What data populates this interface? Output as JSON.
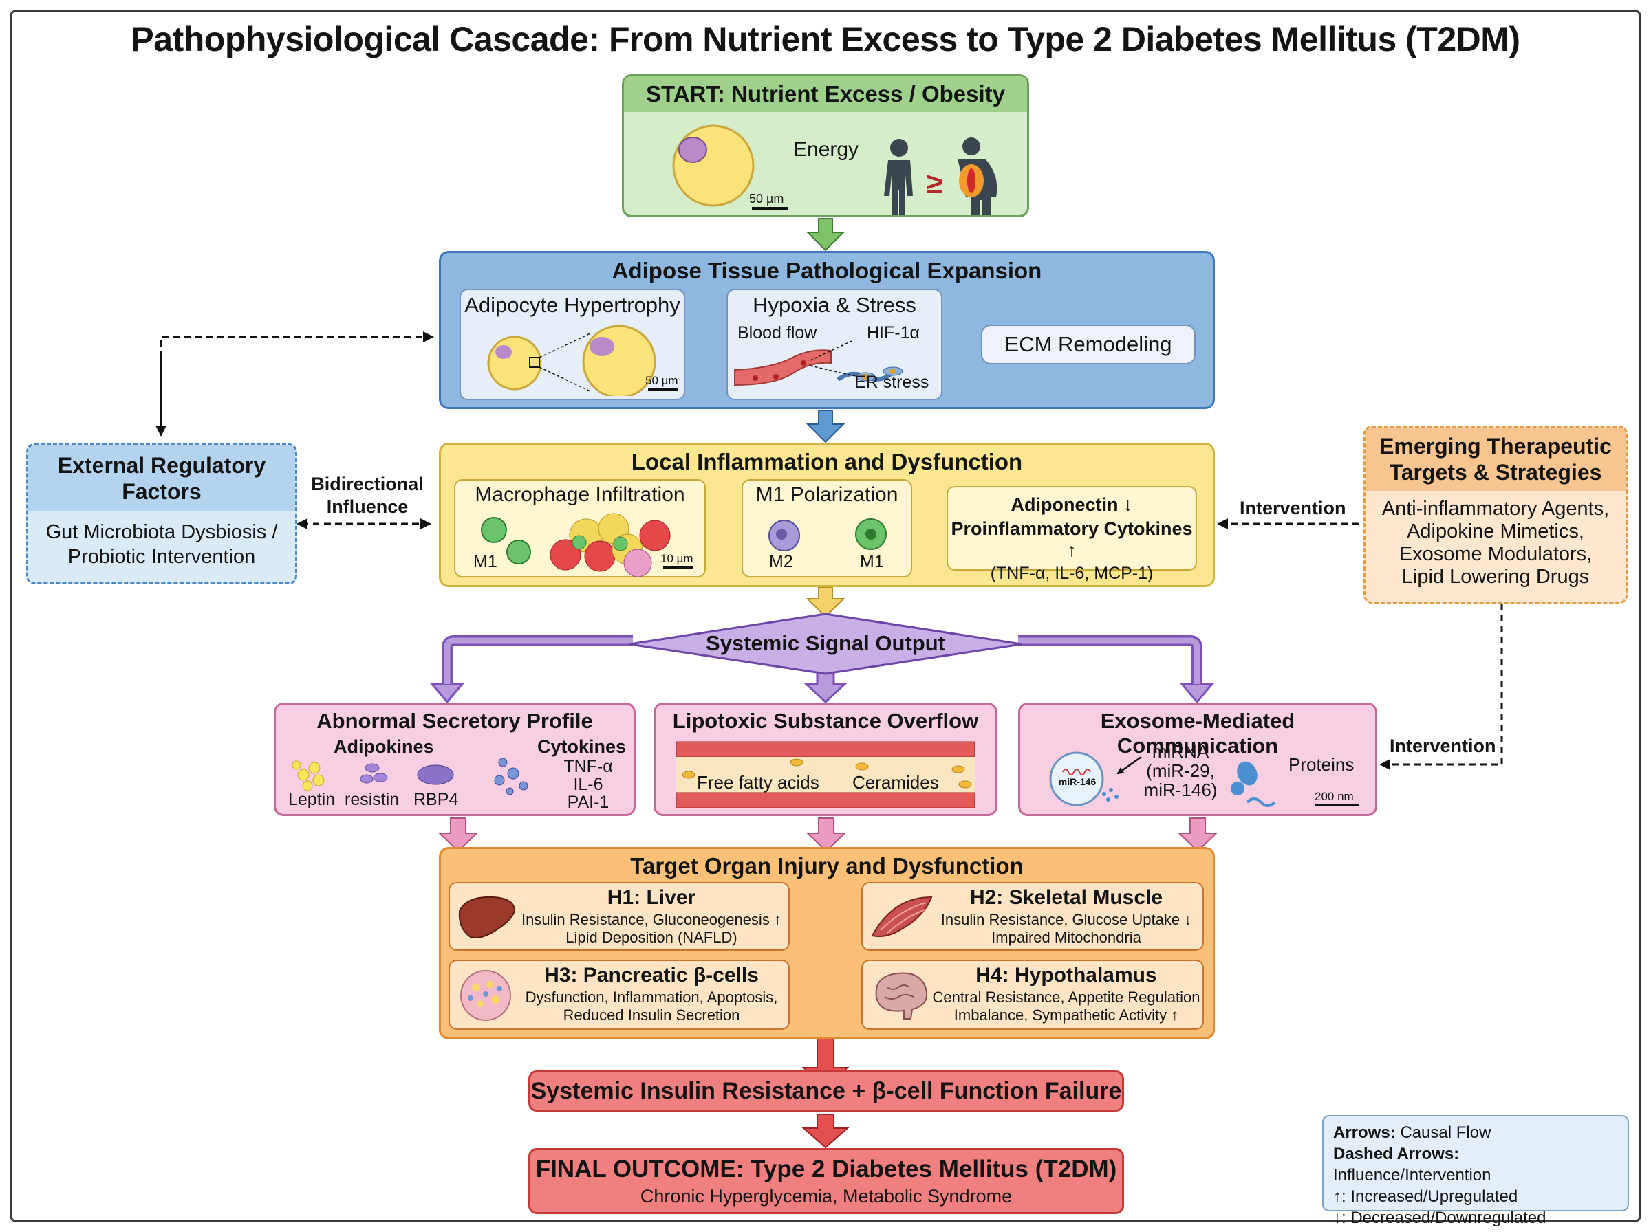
{
  "title": "Pathophysiological Cascade: From Nutrient Excess to Type 2 Diabetes Mellitus (T2DM)",
  "start": {
    "header": "START: Nutrient Excess / Obesity",
    "energy": "Energy",
    "scale": "50 µm"
  },
  "adipose": {
    "header": "Adipose Tissue Pathological Expansion",
    "hypertrophy": "Adipocyte Hypertrophy",
    "scale": "50 µm",
    "hypoxia": "Hypoxia & Stress",
    "blood_flow": "Blood flow",
    "hif": "HIF-1α",
    "er_stress": "ER stress",
    "ecm": "ECM Remodeling"
  },
  "external": {
    "header": "External Regulatory Factors",
    "body": "Gut Microbiota Dysbiosis / Probiotic Intervention",
    "bidirectional": "Bidirectional Influence"
  },
  "inflammation": {
    "header": "Local Inflammation and Dysfunction",
    "macrophage": "Macrophage Infiltration",
    "m1": "M1",
    "scale": "10 µm",
    "polarization": "M1 Polarization",
    "m2": "M2",
    "m1b": "M1",
    "adiponectin": "Adiponectin ↓",
    "cytokines": "Proinflammatory Cytokines ↑",
    "cytokine_list": "(TNF-α, IL-6, MCP-1)"
  },
  "therapeutic": {
    "header": "Emerging Therapeutic Targets & Strategies",
    "items": [
      "Anti-inflammatory Agents,",
      "Adipokine Mimetics,",
      "Exosome Modulators,",
      "Lipid Lowering Drugs"
    ],
    "intervention1": "Intervention",
    "intervention2": "Intervention"
  },
  "systemic": {
    "label": "Systemic Signal Output"
  },
  "secretory": {
    "header": "Abnormal Secretory Profile",
    "adipokines": "Adipokines",
    "cytokines": "Cytokines",
    "leptin": "Leptin",
    "resistin": "resistin",
    "rbp4": "RBP4",
    "tnf": "TNF-α",
    "il6": "IL-6",
    "pai1": "PAI-1"
  },
  "lipotoxic": {
    "header": "Lipotoxic Substance Overflow",
    "ffa": "Free fatty acids",
    "ceramides": "Ceramides"
  },
  "exosome": {
    "header": "Exosome-Mediated Communication",
    "mirna": "miRNA (miR-29, miR-146)",
    "vesicle": "miR-146",
    "proteins": "Proteins",
    "scale": "200 nm"
  },
  "organ": {
    "header": "Target Organ Injury and Dysfunction",
    "h1": {
      "title": "H1: Liver",
      "line1": "Insulin Resistance, Gluconeogenesis ↑",
      "line2": "Lipid Deposition (NAFLD)"
    },
    "h2": {
      "title": "H2: Skeletal Muscle",
      "line1": "Insulin Resistance, Glucose Uptake ↓",
      "line2": "Impaired Mitochondria"
    },
    "h3": {
      "title": "H3: Pancreatic β-cells",
      "line1": "Dysfunction, Inflammation, Apoptosis,",
      "line2": "Reduced Insulin Secretion"
    },
    "h4": {
      "title": "H4: Hypothalamus",
      "line1": "Central Resistance, Appetite Regulation",
      "line2": "Imbalance, Sympathetic Activity ↑"
    }
  },
  "failure": {
    "label": "Systemic Insulin Resistance + β-cell Function Failure"
  },
  "final": {
    "header": "FINAL OUTCOME: Type 2 Diabetes Mellitus (T2DM)",
    "sub": "Chronic Hyperglycemia, Metabolic Syndrome"
  },
  "legend": {
    "arrows_key": "Arrows:",
    "arrows_val": "Causal Flow",
    "dashed_key": "Dashed Arrows:",
    "dashed_val": "Influence/Intervention",
    "up": "↑: Increased/Upregulated",
    "down": "↓: Decreased/Downregulated"
  },
  "colors": {
    "green": "#c9e6bf",
    "blue": "#bcd6ee",
    "yellow": "#fbeaa2",
    "orange": "#fbc98a",
    "pink": "#f6cde0",
    "red": "#ef7c7c",
    "purple": "#b99bdc"
  }
}
